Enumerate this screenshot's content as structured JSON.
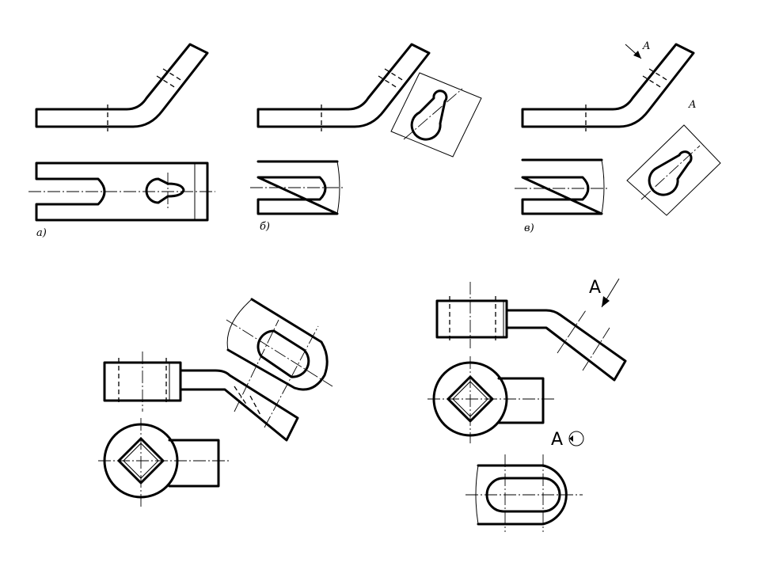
{
  "labels": {
    "fig_a": "а)",
    "fig_b": "б)",
    "fig_v": "в)",
    "view_arrow_top": "A",
    "view_label_top": "A",
    "view_arrow_bottom": "A",
    "view_label_bottom": "A"
  }
}
